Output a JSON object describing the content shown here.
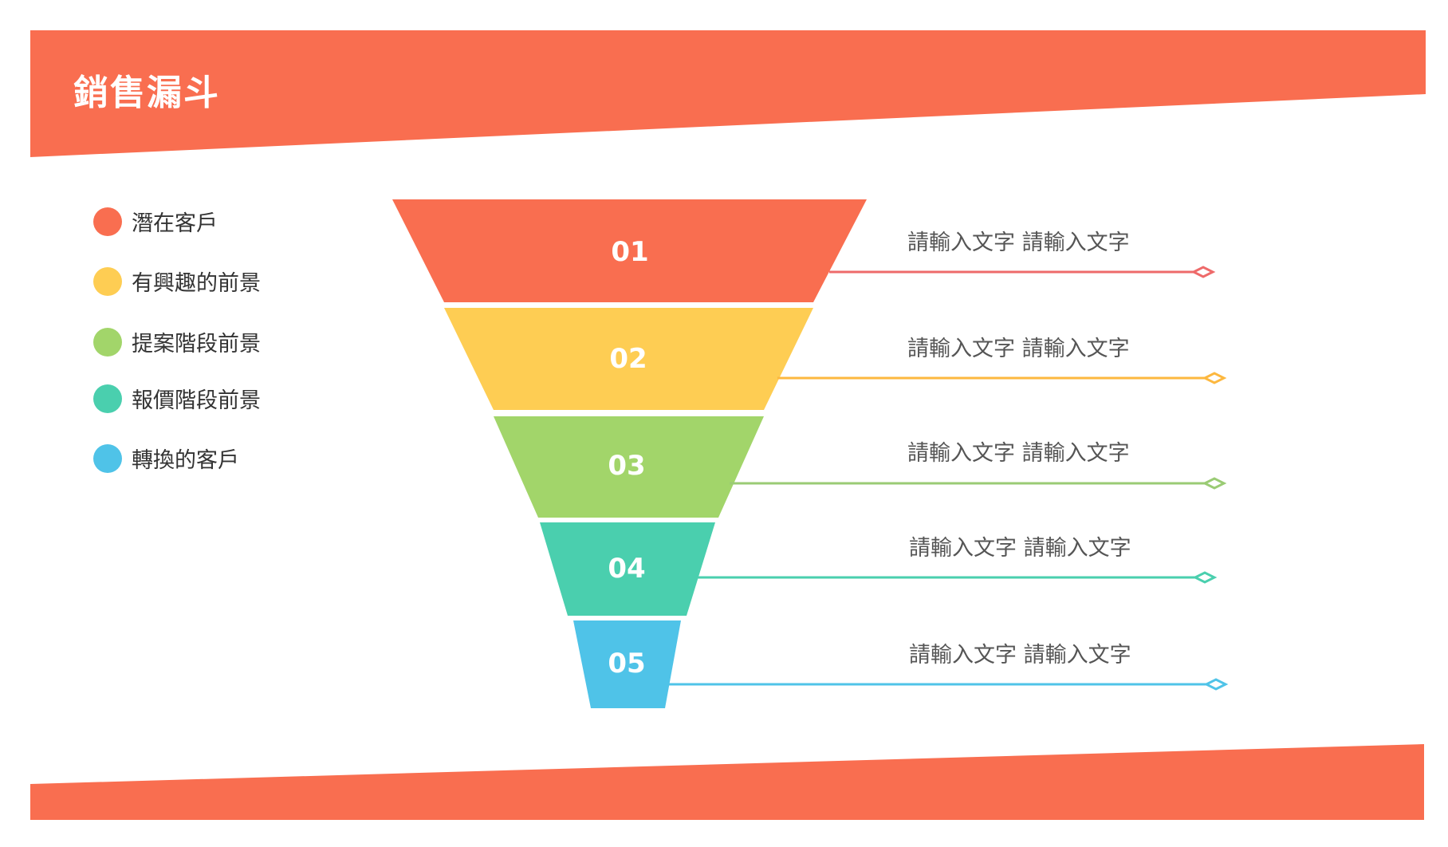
{
  "header": {
    "title": "銷售漏斗",
    "accent_color": "#F96E50"
  },
  "legend": {
    "items": [
      {
        "label": "潛在客戶",
        "color": "#F96E50"
      },
      {
        "label": "有興趣的前景",
        "color": "#FECD53"
      },
      {
        "label": "提案階段前景",
        "color": "#A2D56A"
      },
      {
        "label": "報價階段前景",
        "color": "#4ACFAE"
      },
      {
        "label": "轉換的客戶",
        "color": "#4FC3E8"
      }
    ]
  },
  "funnel": {
    "stages": [
      {
        "number": "01",
        "text": "請輸入文字 請輸入文字",
        "color": "#F96E50",
        "line_color": "#EE6A6A"
      },
      {
        "number": "02",
        "text": "請輸入文字 請輸入文字",
        "color": "#FECD53",
        "line_color": "#FDB83F"
      },
      {
        "number": "03",
        "text": "請輸入文字 請輸入文字",
        "color": "#A2D56A",
        "line_color": "#9ACB74"
      },
      {
        "number": "04",
        "text": "請輸入文字 請輸入文字",
        "color": "#4ACFAE",
        "line_color": "#4ACFAE"
      },
      {
        "number": "05",
        "text": "請輸入文字 請輸入文字",
        "color": "#4FC3E8",
        "line_color": "#4FC3E8"
      }
    ]
  }
}
